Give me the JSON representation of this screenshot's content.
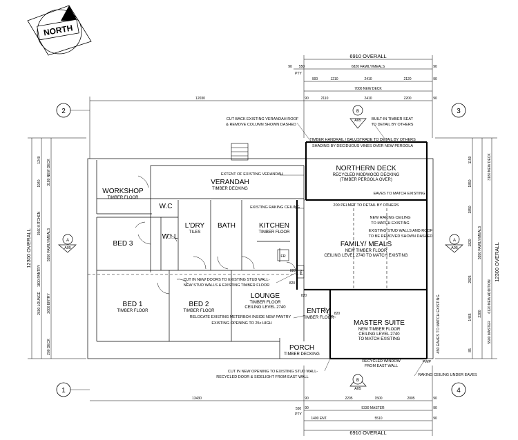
{
  "north_label": "NORTH",
  "grid_labels": {
    "left_top": "2",
    "right_top": "3",
    "left_bottom": "1",
    "right_bottom": "4"
  },
  "section_markers": {
    "top": {
      "letter": "B",
      "sheet": "A05"
    },
    "bottom": {
      "letter": "B",
      "sheet": "A05"
    },
    "left": {
      "letter": "A",
      "sheet": "A05"
    },
    "right": {
      "letter": "A",
      "sheet": "A05"
    }
  },
  "rooms": {
    "workshop": {
      "name": "WORKSHOP",
      "sub": "TIMBER FLOOR"
    },
    "verandah": {
      "name": "VERANDAH",
      "sub": "TIMBER DECKING"
    },
    "wc": {
      "name": "W.C"
    },
    "ldry": {
      "name": "L'DRY",
      "sub": "TILES"
    },
    "bath": {
      "name": "BATH"
    },
    "kitchen": {
      "name": "KITCHEN",
      "sub": "TIMBER FLOOR"
    },
    "wil": {
      "name": "W.I.L"
    },
    "bed3": {
      "name": "BED 3"
    },
    "bed1": {
      "name": "BED 1",
      "sub": "TIMBER FLOOR"
    },
    "bed2": {
      "name": "BED 2",
      "sub": "TIMBER FLOOR"
    },
    "lounge": {
      "name": "LOUNGE",
      "sub1": "TIMBER FLOOR",
      "sub2": "CEILING LEVEL 2740"
    },
    "entry": {
      "name": "ENTRY",
      "sub": "TIMBER FLOOR"
    },
    "porch": {
      "name": "PORCH",
      "sub": "TIMBER DECKING"
    },
    "northern_deck": {
      "name": "NORTHERN DECK",
      "sub1": "RECYCLED MODWOOD DECKING",
      "sub2": "(TIMBER PERGOLA OVER)"
    },
    "family": {
      "name": "FAMILY/ MEALS",
      "sub1": "NEW TIMBER FLOOR",
      "sub2": "CEILING LEVEL 2740 TO MATCH EXISTING"
    },
    "master": {
      "name": "MASTER SUITE",
      "sub1": "NEW TIMBER FLOOR",
      "sub2": "CEILING LEVEL 2740",
      "sub3": "TO MATCH EXISTING"
    },
    "fr": {
      "name": "FR"
    },
    "wm": {
      "name": "WM"
    }
  },
  "notes": {
    "cut_back_1": "CUT BACK EXISTING VERANDAH ROOF",
    "cut_back_2": "& REMOVE COLUMN SHOWN DASHED",
    "seat_1": "BUILT-IN TIMBER SEAT",
    "seat_2": "TO DETAIL BY OTHERS",
    "handrail_1": "TIMBER HANDRAIL / BALUSTRADE TO DETAIL BY OTHERS",
    "handrail_2": "SHADING BY DECIDUOUS VINES OVER NEW PERGOLA",
    "extent": "EXTENT OF EXISTING VERANDAH",
    "eaves": "EAVES TO MATCH EXISTING",
    "raking": "EXISTING RAKING CEILING",
    "pelmet": "200 PELMET TO DETAIL BY OTHERS",
    "new_raking_1": "NEW RAKING CEILING",
    "new_raking_2": "TO MATCH EXISTING",
    "stud_walls_1": "EXISTING STUD WALLS AND ROOF",
    "stud_walls_2": "TO BE REMOVED SHOWN DASHED",
    "cut_doors_1": "CUT IN NEW DOORS TO EXISTING STUD WALL-",
    "cut_doors_2": "NEW STUD WALLS & EXISTING TIMBER FLOOR",
    "relocate": "RELOCATE EXISTING METERBOX INSIDE NEW PANTRY",
    "opening": "EXISTING OPENING TO 25c HIGH",
    "recycled_window_1": "RECYCLED WINDOW",
    "recycled_window_2": "FROM EAST WALL",
    "fwp": "FWP",
    "raking_eaves": "RAKING CEILING UNDER EAVES",
    "eaves_vertical": "450 EAVES TO MATCH EXISTING",
    "cut_opening_1": "CUT IN NEW OPENING TO EXISTING STUD WALL-",
    "cut_opening_2": "RECYCLED DOOR & SIDELIGHT FROM EAST WALL"
  },
  "dimensions": {
    "top_overall": "6910 OVERALL",
    "top_pty": "PTY",
    "top_family": "6820 FAMILY/MEALS",
    "top_550": "550",
    "top_90a": "90",
    "top_90b": "90",
    "top_row2": [
      "900",
      "1210",
      "2410",
      "2120"
    ],
    "top_row2_90": "90",
    "top_deck": "7000 NEW DECK",
    "top_row3": [
      "90",
      "2110",
      "2410",
      "2200"
    ],
    "top_row3_90": "90",
    "top_left": "12030",
    "bottom_left": "13430",
    "bottom_row1": [
      "2205",
      "1500",
      "2005"
    ],
    "bottom_row1_90a": "90",
    "bottom_row1_90b": "90",
    "bottom_550": "550",
    "bottom_pty": "PTY",
    "bottom_90": "90",
    "bottom_master": "5330 MASTER",
    "bottom_90b": "90",
    "bottom_entry": "1400 ENT.",
    "bottom_5510": "5510",
    "bottom_90c": "90",
    "bottom_overall": "6910 OVERALL",
    "left_overall": "12300 OVERALL",
    "left_labels": [
      "1240",
      "3180 NEW DECK",
      "1940",
      "3560 KITCHEN",
      "5550 FAMILY/MEALS",
      "1800 PANTRY",
      "2600 LOUNGE",
      "2600 ENTRY",
      "200 DECK"
    ],
    "right_overall": "12300 OVERALL",
    "right_labels": [
      "1150",
      "3180 NEW DECK",
      "1850",
      "1850",
      "5550 FAMILY/MEALS",
      "1820",
      "2825",
      "6120 NEW ADDITION",
      "1465",
      "2280",
      "5500 MASTER",
      "85"
    ],
    "door_820": [
      "820",
      "820",
      "820",
      "820"
    ]
  }
}
